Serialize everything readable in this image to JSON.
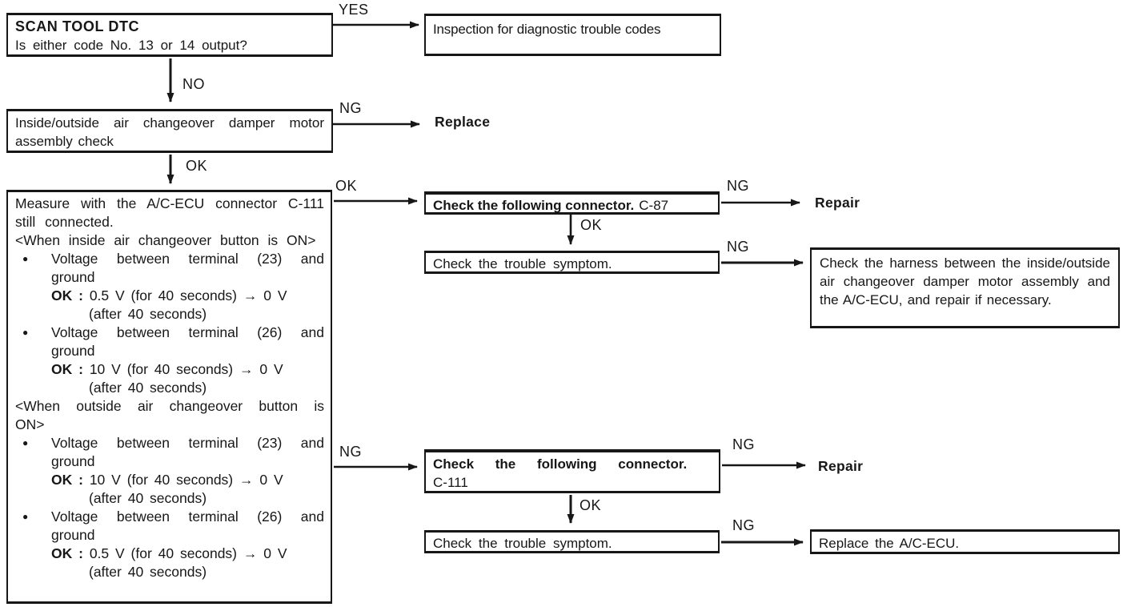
{
  "colors": {
    "ink": "#171717",
    "paper": "#ffffff"
  },
  "flowchart": {
    "nodes": {
      "scan_tool_dtc": {
        "title": "SCAN TOOL DTC",
        "question": "Is either code No. 13 or 14 output?"
      },
      "inspection_dtc": {
        "text": "Inspection for diagnostic trouble codes"
      },
      "damper_motor_check": {
        "text": "Inside/outside air changeover damper motor assembly check"
      },
      "measure_box": {
        "intro": "Measure with the A/C-ECU connector C-111 still connected.",
        "sections": [
          {
            "header": "<When inside air changeover button is ON>",
            "items": [
              {
                "bullet": "●",
                "desc": "Voltage between terminal (23) and ground",
                "ok_label": "OK :",
                "ok_value": "0.5 V (for 40 seconds) → 0 V",
                "ok_cont": "(after 40 seconds)"
              },
              {
                "bullet": "●",
                "desc": "Voltage between terminal (26) and ground",
                "ok_label": "OK :",
                "ok_value": "10 V (for 40 seconds) → 0 V",
                "ok_cont": "(after 40 seconds)"
              }
            ]
          },
          {
            "header": "<When outside air changeover button is ON>",
            "items": [
              {
                "bullet": "●",
                "desc": "Voltage between terminal (23) and ground",
                "ok_label": "OK :",
                "ok_value": "10 V (for 40 seconds) → 0 V",
                "ok_cont": "(after 40 seconds)"
              },
              {
                "bullet": "●",
                "desc": "Voltage between terminal (26) and ground",
                "ok_label": "OK :",
                "ok_value": "0.5 V (for 40 seconds) → 0 V",
                "ok_cont": "(after 40 seconds)"
              }
            ]
          }
        ]
      },
      "check_connector_c87": {
        "text": "Check the following connector.",
        "code": "C-87"
      },
      "trouble_symptom_1": {
        "text": "Check the trouble symptom."
      },
      "harness_check": {
        "text": "Check the harness between the inside/outside air changeover damper motor assembly and the A/C-ECU, and repair if  necessary."
      },
      "check_connector_c111": {
        "text": "Check the following connector.",
        "code": "C-111"
      },
      "trouble_symptom_2": {
        "text": "Check the trouble symptom."
      },
      "replace_ecu": {
        "text": "Replace the A/C-ECU."
      }
    },
    "actions": {
      "replace": "Replace",
      "repair_1": "Repair",
      "repair_2": "Repair"
    },
    "edge_labels": {
      "yes": "YES",
      "no": "NO",
      "ng_damper": "NG",
      "ok_damper": "OK",
      "ok_measure": "OK",
      "ng_c87": "NG",
      "ok_c87": "OK",
      "ng_symptom_1": "NG",
      "ng_measure": "NG",
      "ng_c111": "NG",
      "ok_c111": "OK",
      "ng_symptom_2": "NG"
    }
  }
}
